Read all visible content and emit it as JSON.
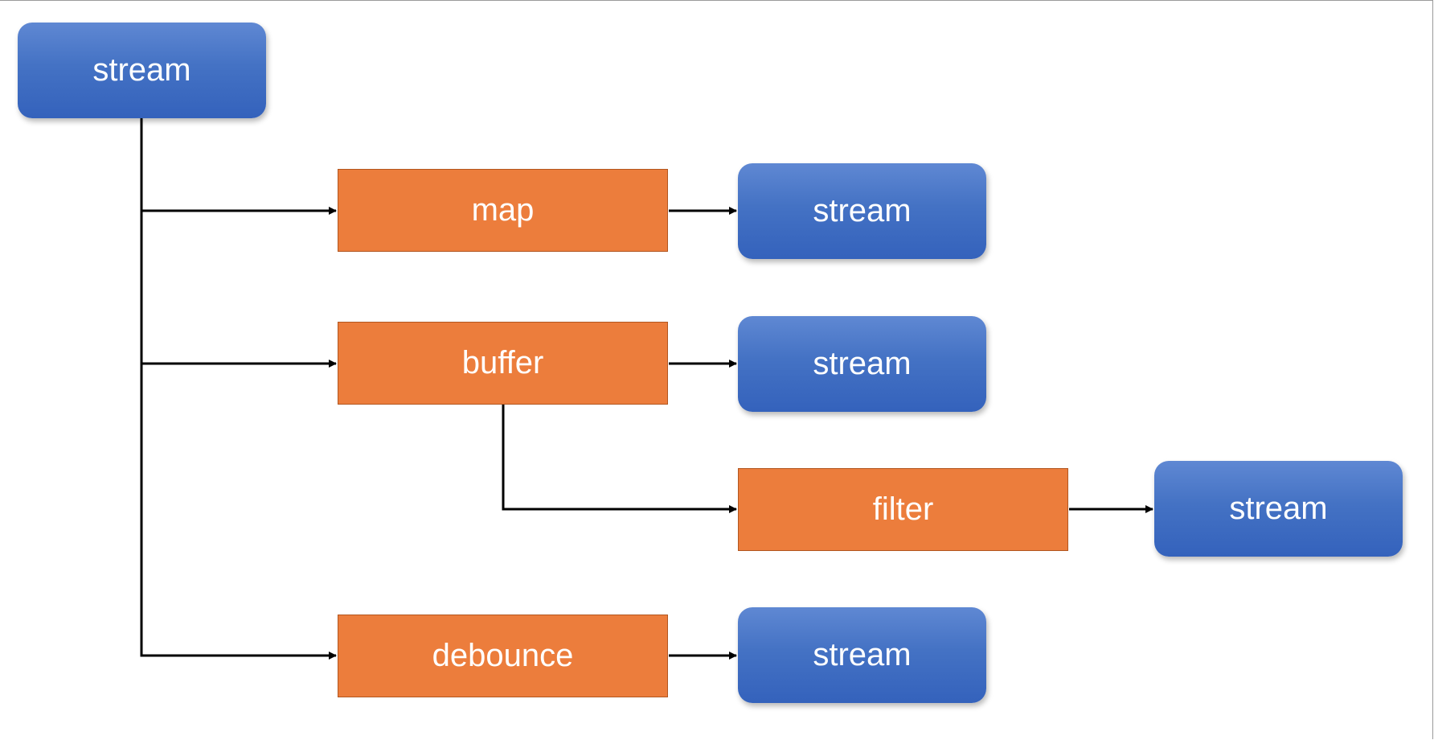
{
  "nodes": {
    "root_stream": {
      "label": "stream",
      "kind": "stream"
    },
    "map": {
      "label": "map",
      "kind": "operator"
    },
    "map_stream": {
      "label": "stream",
      "kind": "stream"
    },
    "buffer": {
      "label": "buffer",
      "kind": "operator"
    },
    "buffer_stream": {
      "label": "stream",
      "kind": "stream"
    },
    "filter": {
      "label": "filter",
      "kind": "operator"
    },
    "filter_stream": {
      "label": "stream",
      "kind": "stream"
    },
    "debounce": {
      "label": "debounce",
      "kind": "operator"
    },
    "debounce_stream": {
      "label": "stream",
      "kind": "stream"
    }
  },
  "edges": [
    {
      "from": "root_stream",
      "to": "map"
    },
    {
      "from": "root_stream",
      "to": "buffer"
    },
    {
      "from": "root_stream",
      "to": "debounce"
    },
    {
      "from": "map",
      "to": "map_stream"
    },
    {
      "from": "buffer",
      "to": "buffer_stream"
    },
    {
      "from": "buffer",
      "to": "filter"
    },
    {
      "from": "filter",
      "to": "filter_stream"
    },
    {
      "from": "debounce",
      "to": "debounce_stream"
    }
  ],
  "colors": {
    "stream_fill": "#4472c4",
    "operator_fill": "#ec7d3c",
    "operator_border": "#b2561f",
    "connector": "#000000",
    "text": "#ffffff"
  }
}
